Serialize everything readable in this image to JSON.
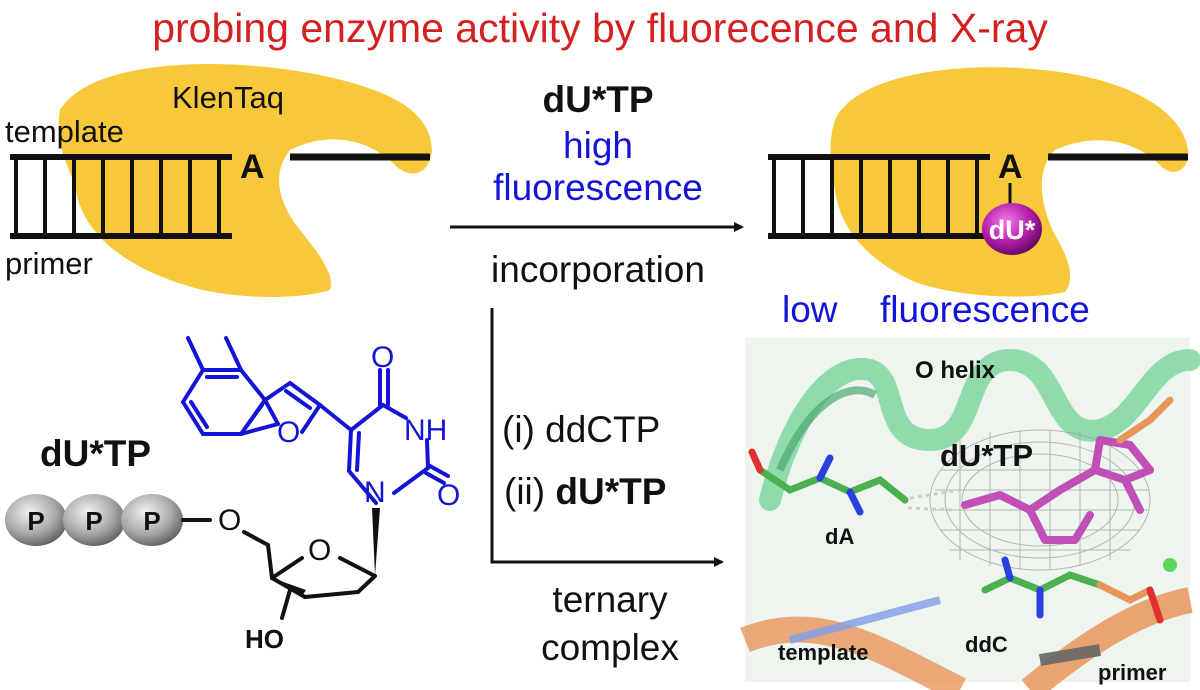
{
  "title": "probing enzyme activity by fluorecence and X-ray",
  "colors": {
    "title": "#d42020",
    "accent_blue": "#1414d8",
    "enzyme_yellow": "#f7c93a",
    "dna_black": "#111111",
    "label_purple": "#b01aa8",
    "phosphate_grey": "#a8a8a8",
    "helix_green": "#7fd6a0",
    "strand_orange": "#e8955a"
  },
  "upper_left": {
    "enzyme": "KlenTaq",
    "template": "template",
    "primer": "primer",
    "base_A": "A"
  },
  "reaction_top": {
    "substrate": "dU*TP",
    "line1": "high",
    "line2": "fluorescence",
    "below": "incorporation"
  },
  "upper_right": {
    "base_A": "A",
    "label_badge": "dU*",
    "caption_low": "low",
    "caption_fluor": "fluorescence"
  },
  "lower_left": {
    "name": "dU*TP",
    "phosphates": [
      "P",
      "P",
      "P"
    ],
    "atom_O_link": "O",
    "atom_O_ring": "O",
    "atom_O_furan": "O",
    "atom_O_c4": "O",
    "atom_O_c2": "O",
    "atom_NH": "NH",
    "atom_N": "N",
    "atom_HO": "HO"
  },
  "reaction_bottom": {
    "step1": "(i) ddCTP",
    "step2_prefix": "(ii) ",
    "step2_bold": "dU*TP",
    "below1": "ternary",
    "below2": "complex"
  },
  "crystal": {
    "o_helix": "O helix",
    "dutp": "dU*TP",
    "dA": "dA",
    "template": "template",
    "ddC": "ddC",
    "primer": "primer"
  }
}
